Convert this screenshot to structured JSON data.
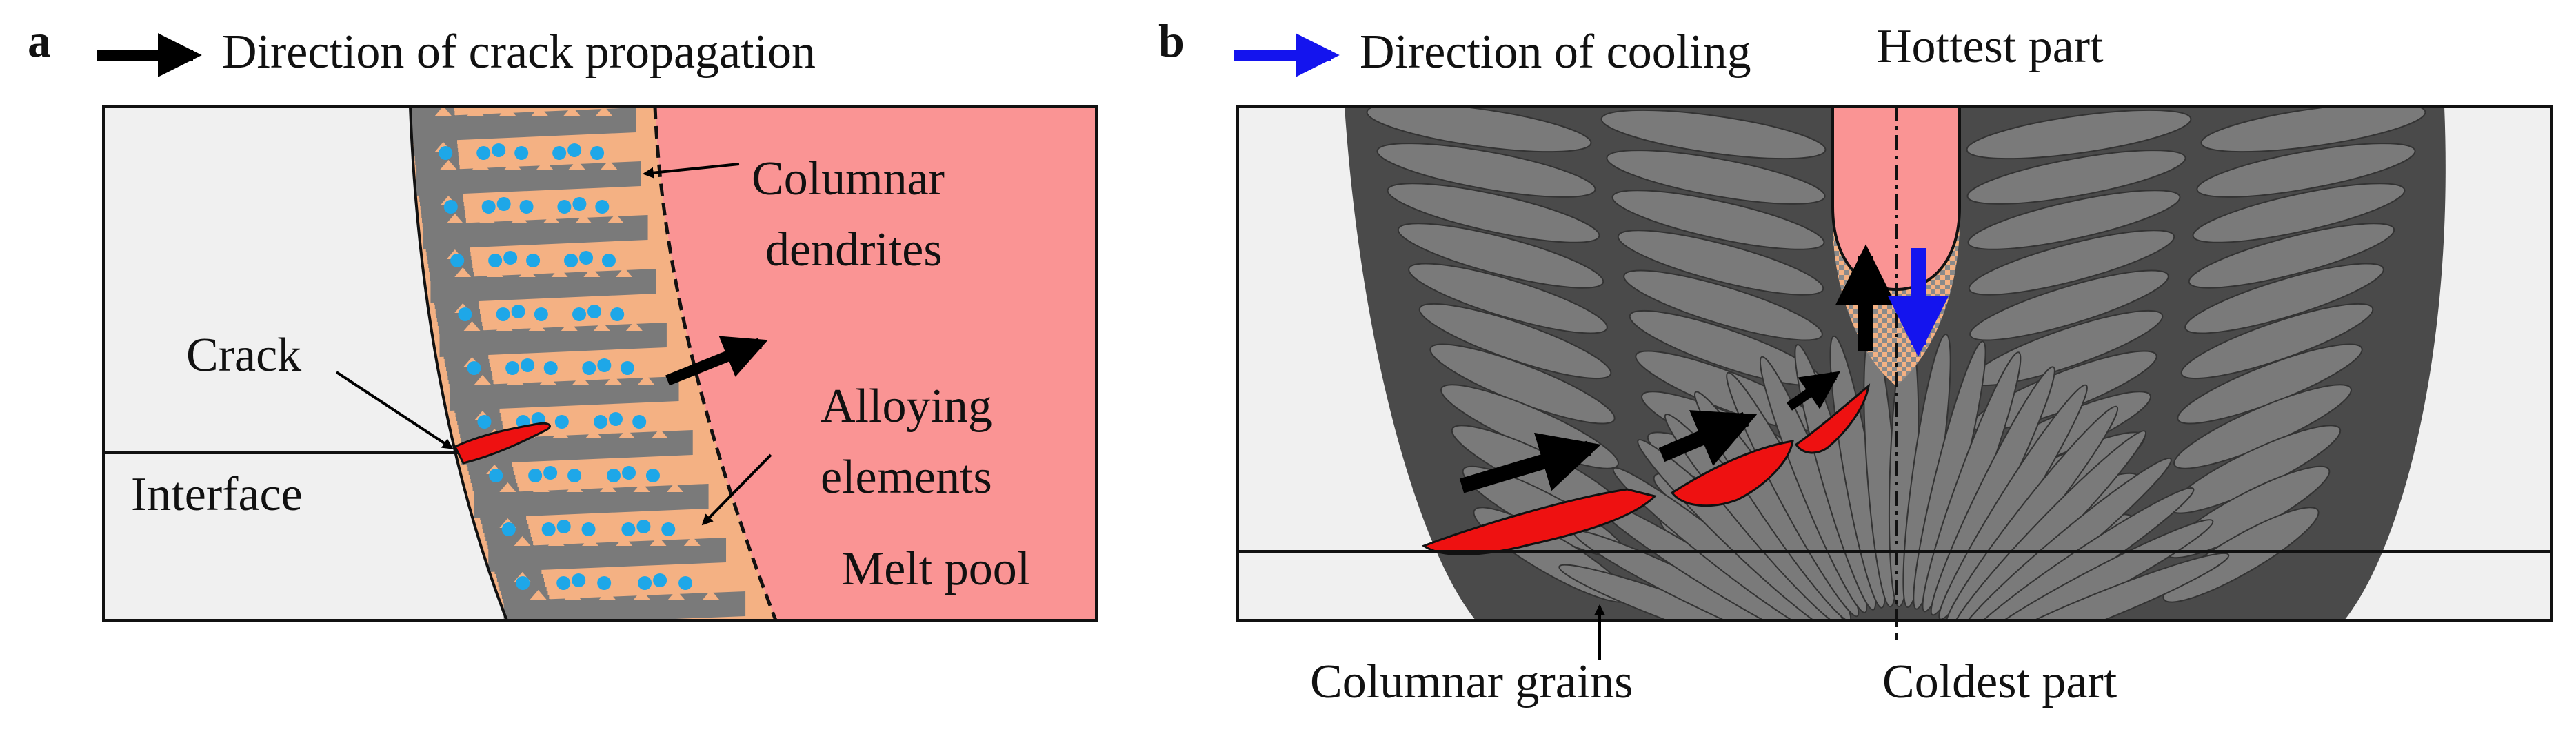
{
  "panel_a": {
    "panel_label": "a",
    "legend_text": "Direction of crack propagation",
    "labels": {
      "columnar_dendrites_line1": "Columnar",
      "columnar_dendrites_line2": "dendrites",
      "crack": "Crack",
      "interface": "Interface",
      "alloying_line1": "Alloying",
      "alloying_line2": "elements",
      "melt_pool": "Melt pool"
    }
  },
  "panel_b": {
    "panel_label": "b",
    "legend_text": "Direction of cooling",
    "labels": {
      "hottest_part": "Hottest part",
      "columnar_grains": "Columnar grains",
      "coldest_part": "Coldest part"
    }
  },
  "colors": {
    "substrate": "#f0f0f0",
    "melt_pool": "#fa9494",
    "grain": "#7a7a7a",
    "interdendritic": "#f4b183",
    "solute": "#1ea7e8",
    "crack": "#ee1111",
    "crack_arrow": "#000000",
    "cooling_arrow": "#1414ee"
  }
}
